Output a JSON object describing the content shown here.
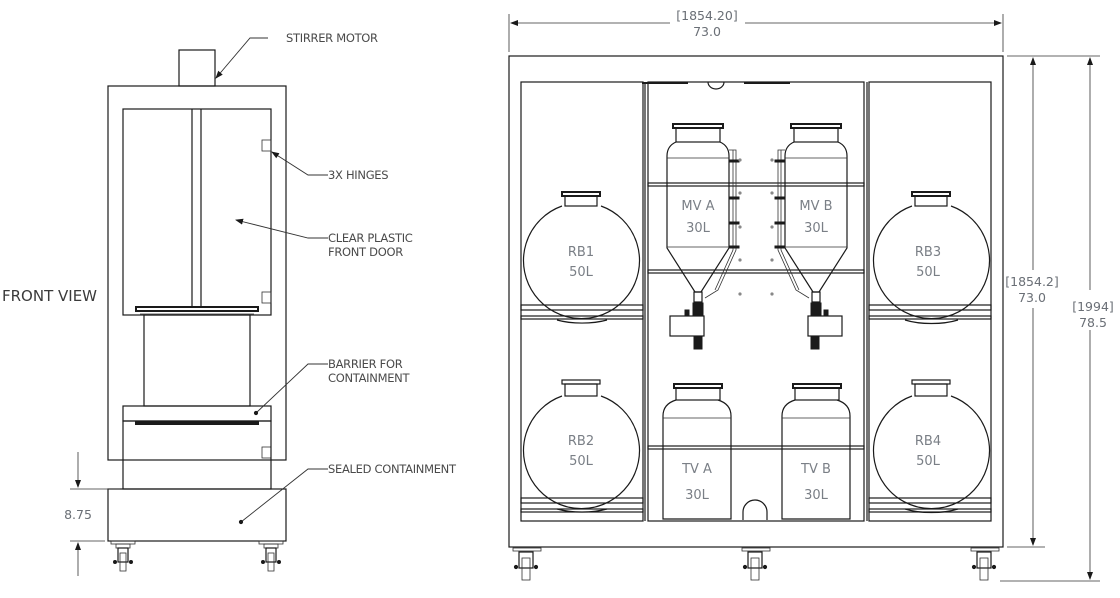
{
  "front_view": {
    "title": "FRONT VIEW",
    "callouts": {
      "stirrer_motor": "STIRRER MOTOR",
      "hinges": "3X HINGES",
      "door_line1": "CLEAR PLASTIC",
      "door_line2": "FRONT DOOR",
      "barrier_line1": "BARRIER FOR",
      "barrier_line2": "CONTAINMENT",
      "sealed": "SEALED CONTAINMENT"
    },
    "dimension_base": "8.75"
  },
  "rack_view": {
    "width_dim": {
      "metric": "[1854.20]",
      "imperial": "73.0"
    },
    "frame_height_dim": {
      "metric": "[1854.2]",
      "imperial": "73.0"
    },
    "total_height_dim": {
      "metric": "[1994]",
      "imperial": "78.5"
    },
    "vessels": {
      "rb1": {
        "name": "RB1",
        "volume": "50L"
      },
      "rb2": {
        "name": "RB2",
        "volume": "50L"
      },
      "rb3": {
        "name": "RB3",
        "volume": "50L"
      },
      "rb4": {
        "name": "RB4",
        "volume": "50L"
      },
      "mva": {
        "name": "MV A",
        "volume": "30L"
      },
      "mvb": {
        "name": "MV B",
        "volume": "30L"
      },
      "tva": {
        "name": "TV A",
        "volume": "30L"
      },
      "tvb": {
        "name": "TV B",
        "volume": "30L"
      }
    }
  }
}
